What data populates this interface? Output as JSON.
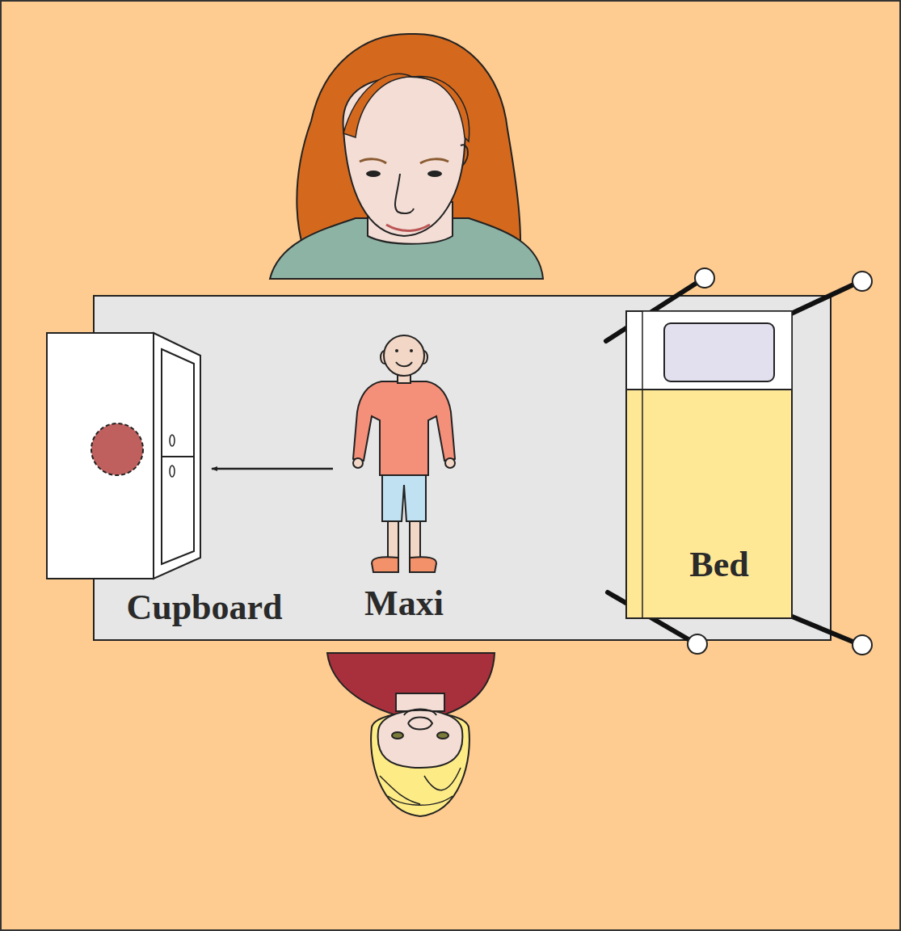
{
  "diagram": {
    "nodes": [
      {
        "text": [
          "Cupboard"
        ]
      },
      {
        "text": [
          "Maxi"
        ]
      },
      {
        "text": [
          "Bed"
        ]
      }
    ],
    "edges": [
      {
        "from": 1,
        "to": 0,
        "arrow": "to"
      }
    ]
  }
}
